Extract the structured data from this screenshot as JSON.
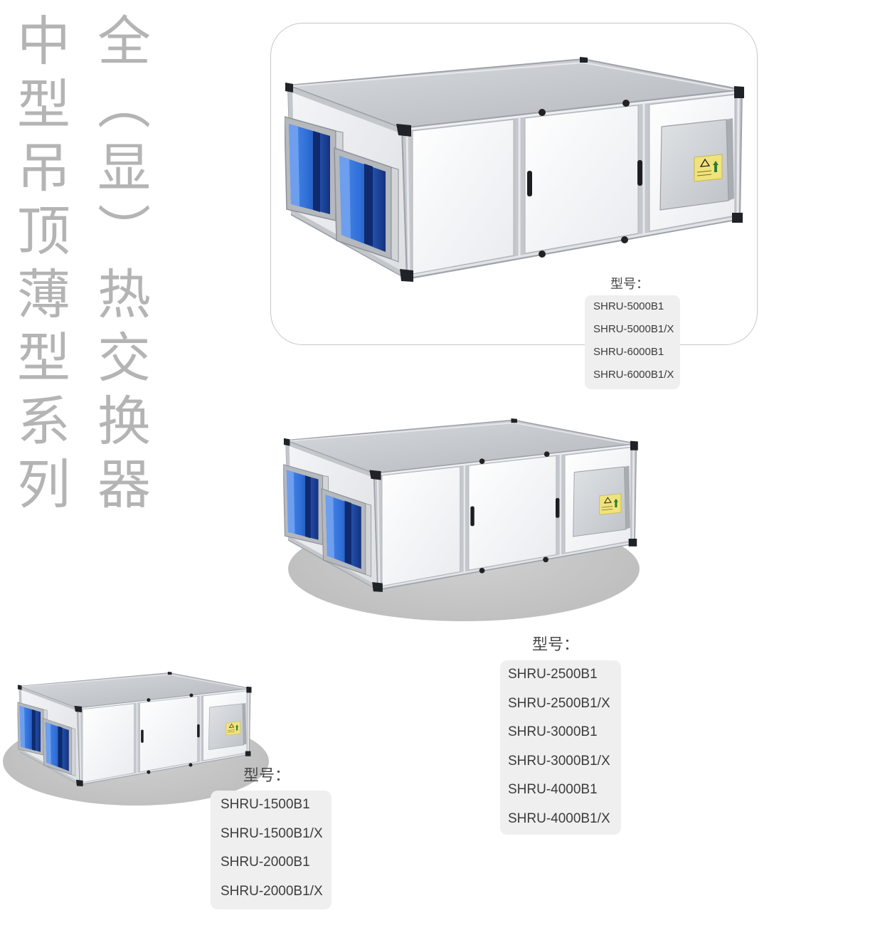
{
  "title": {
    "column1": "中型吊顶薄型系列",
    "column2": "全（显）热交换器"
  },
  "products": [
    {
      "label": "型号：",
      "models": [
        "SHRU-5000B1",
        "SHRU-5000B1/X",
        "SHRU-6000B1",
        "SHRU-6000B1/X"
      ]
    },
    {
      "label": "型号：",
      "models": [
        "SHRU-2500B1",
        "SHRU-2500B1/X",
        "SHRU-3000B1",
        "SHRU-3000B1/X",
        "SHRU-4000B1",
        "SHRU-4000B1/X"
      ]
    },
    {
      "label": "型号：",
      "models": [
        "SHRU-1500B1",
        "SHRU-1500B1/X",
        "SHRU-2000B1",
        "SHRU-2000B1/X"
      ]
    }
  ],
  "colors": {
    "title": "#b4b4b4",
    "text": "#3c3c3c",
    "label": "#4a4a4a",
    "model_box": "#efefef",
    "frame_border": "#c6c6c6",
    "floor_shadow": "#c4c4c4",
    "duct_blue": "#2f6fd8",
    "warning_label": "#f1e37c"
  }
}
